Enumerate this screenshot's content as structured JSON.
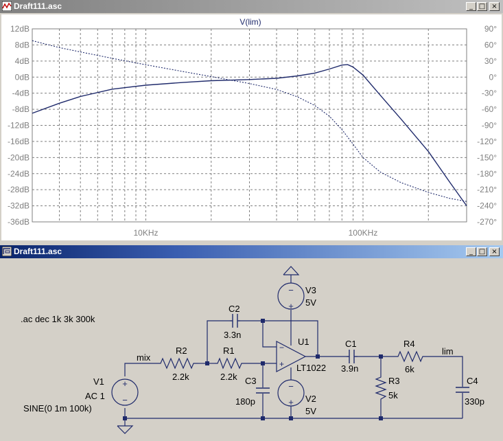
{
  "top_window": {
    "title": "Draft111.asc",
    "buttons": {
      "minimize": "_",
      "maximize": "□",
      "close": "×"
    }
  },
  "bottom_window": {
    "title": "Draft111.asc",
    "buttons": {
      "minimize": "_",
      "maximize": "□",
      "close": "×"
    }
  },
  "colors": {
    "plot_bg": "#ffffff",
    "trace": "#1f2a6b",
    "grid": "#7f7f7f",
    "schematic_bg": "#d4d0c8",
    "wire": "#1f2a6b",
    "component": "#1f2a6b",
    "junction": "#1f2a6b",
    "top_title_gradient": [
      "#808080",
      "#c0c0c0"
    ],
    "bottom_title_gradient": [
      "#0a246a",
      "#a6caf0"
    ]
  },
  "chart_data": {
    "type": "line",
    "title": "V(lim)",
    "x_scale": "log",
    "xlim_hz": [
      3000,
      300000
    ],
    "x_tick_labels": [
      {
        "value": 10000,
        "label": "10KHz"
      },
      {
        "value": 100000,
        "label": "100KHz"
      }
    ],
    "y_left": {
      "unit": "dB",
      "ylim": [
        -36,
        12
      ],
      "ticks": [
        {
          "value": 12,
          "label": "12dB"
        },
        {
          "value": 8,
          "label": "8dB"
        },
        {
          "value": 4,
          "label": "4dB"
        },
        {
          "value": 0,
          "label": "0dB"
        },
        {
          "value": -4,
          "label": "-4dB"
        },
        {
          "value": -8,
          "label": "-8dB"
        },
        {
          "value": -12,
          "label": "-12dB"
        },
        {
          "value": -16,
          "label": "-16dB"
        },
        {
          "value": -20,
          "label": "-20dB"
        },
        {
          "value": -24,
          "label": "-24dB"
        },
        {
          "value": -28,
          "label": "-28dB"
        },
        {
          "value": -32,
          "label": "-32dB"
        },
        {
          "value": -36,
          "label": "-36dB"
        }
      ]
    },
    "y_right": {
      "unit": "deg",
      "ylim": [
        -270,
        90
      ],
      "ticks": [
        {
          "value": 90,
          "label": "90°"
        },
        {
          "value": 60,
          "label": "60°"
        },
        {
          "value": 30,
          "label": "30°"
        },
        {
          "value": 0,
          "label": "0°"
        },
        {
          "value": -30,
          "label": "-30°"
        },
        {
          "value": -60,
          "label": "-60°"
        },
        {
          "value": -90,
          "label": "-90°"
        },
        {
          "value": -120,
          "label": "-120°"
        },
        {
          "value": -150,
          "label": "-150°"
        },
        {
          "value": -180,
          "label": "-180°"
        },
        {
          "value": -210,
          "label": "-210°"
        },
        {
          "value": -240,
          "label": "-240°"
        },
        {
          "value": -270,
          "label": "-270°"
        }
      ]
    },
    "grid": true,
    "series": [
      {
        "quantity": "magnitude",
        "axis": "left",
        "style": "solid",
        "x": [
          3000,
          4000,
          5000,
          7000,
          10000,
          15000,
          20000,
          30000,
          40000,
          50000,
          60000,
          70000,
          80000,
          85000,
          90000,
          100000,
          120000,
          150000,
          200000,
          250000,
          300000
        ],
        "y": [
          -9.0,
          -6.5,
          -4.8,
          -3.0,
          -2.0,
          -1.3,
          -0.9,
          -0.6,
          -0.3,
          0.3,
          1.0,
          2.0,
          3.0,
          3.1,
          2.5,
          0.5,
          -4.5,
          -10.5,
          -18.5,
          -26,
          -32
        ]
      },
      {
        "quantity": "phase",
        "axis": "right",
        "style": "dashed",
        "x": [
          3000,
          4000,
          5000,
          7000,
          10000,
          15000,
          20000,
          30000,
          40000,
          50000,
          60000,
          70000,
          80000,
          90000,
          100000,
          120000,
          150000,
          200000,
          250000,
          300000
        ],
        "y": [
          68,
          55,
          47,
          35,
          23,
          10,
          1,
          -12,
          -23,
          -37,
          -53,
          -73,
          -98,
          -125,
          -150,
          -177,
          -197,
          -215,
          -226,
          -232
        ]
      }
    ]
  },
  "schematic": {
    "directive": ".ac dec 1k 3k 300k",
    "net_labels": {
      "mix": "mix",
      "lim": "lim"
    },
    "components": {
      "V1": {
        "name": "V1",
        "value": "AC 1",
        "extra": "SINE(0 1m 100k)"
      },
      "R2": {
        "name": "R2",
        "value": "2.2k"
      },
      "R1": {
        "name": "R1",
        "value": "2.2k"
      },
      "C2": {
        "name": "C2",
        "value": "3.3n"
      },
      "C3": {
        "name": "C3",
        "value": "180p"
      },
      "U1": {
        "name": "U1",
        "value": "LT1022"
      },
      "V3": {
        "name": "V3",
        "value": "5V"
      },
      "V2": {
        "name": "V2",
        "value": "5V"
      },
      "C1": {
        "name": "C1",
        "value": "3.9n"
      },
      "R3": {
        "name": "R3",
        "value": "5k"
      },
      "R4": {
        "name": "R4",
        "value": "6k"
      },
      "C4": {
        "name": "C4",
        "value": "330p"
      }
    }
  }
}
